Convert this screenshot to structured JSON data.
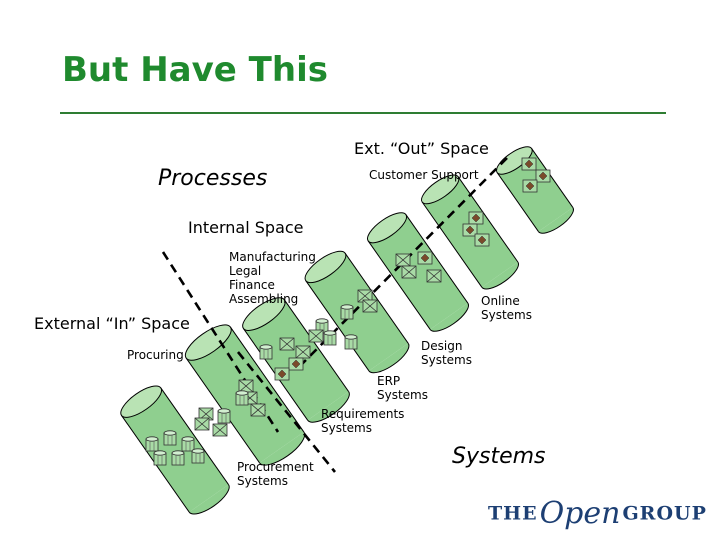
{
  "title": "But Have This",
  "labels": {
    "processes": "Processes",
    "systems": "Systems",
    "ext_out_space": "Ext. “Out” Space",
    "customer_support": "Customer Support",
    "internal_space": "Internal Space",
    "external_in_space": "External “In” Space",
    "manufacturing": [
      "Manufacturing",
      "Legal",
      "Finance",
      "Assembling"
    ],
    "online_systems": [
      "Online",
      "Systems"
    ],
    "procuring": "Procuring",
    "design_systems": [
      "Design",
      "Systems"
    ],
    "erp_systems": [
      "ERP",
      "Systems"
    ],
    "requirements_systems": [
      "Requirements",
      "Systems"
    ],
    "procurement_systems": [
      "Procurement",
      "Systems"
    ]
  },
  "logo": {
    "the": "THE",
    "open": "Open",
    "group": "GROUP"
  },
  "colors": {
    "title": "#1f8a2e",
    "cylinder_fill": "#8fcf8f",
    "cylinder_top": "#b9e3b4",
    "module_fill": "#a9dba6",
    "module_dark": "#7a4a2a",
    "logo": "#1d3f73"
  }
}
